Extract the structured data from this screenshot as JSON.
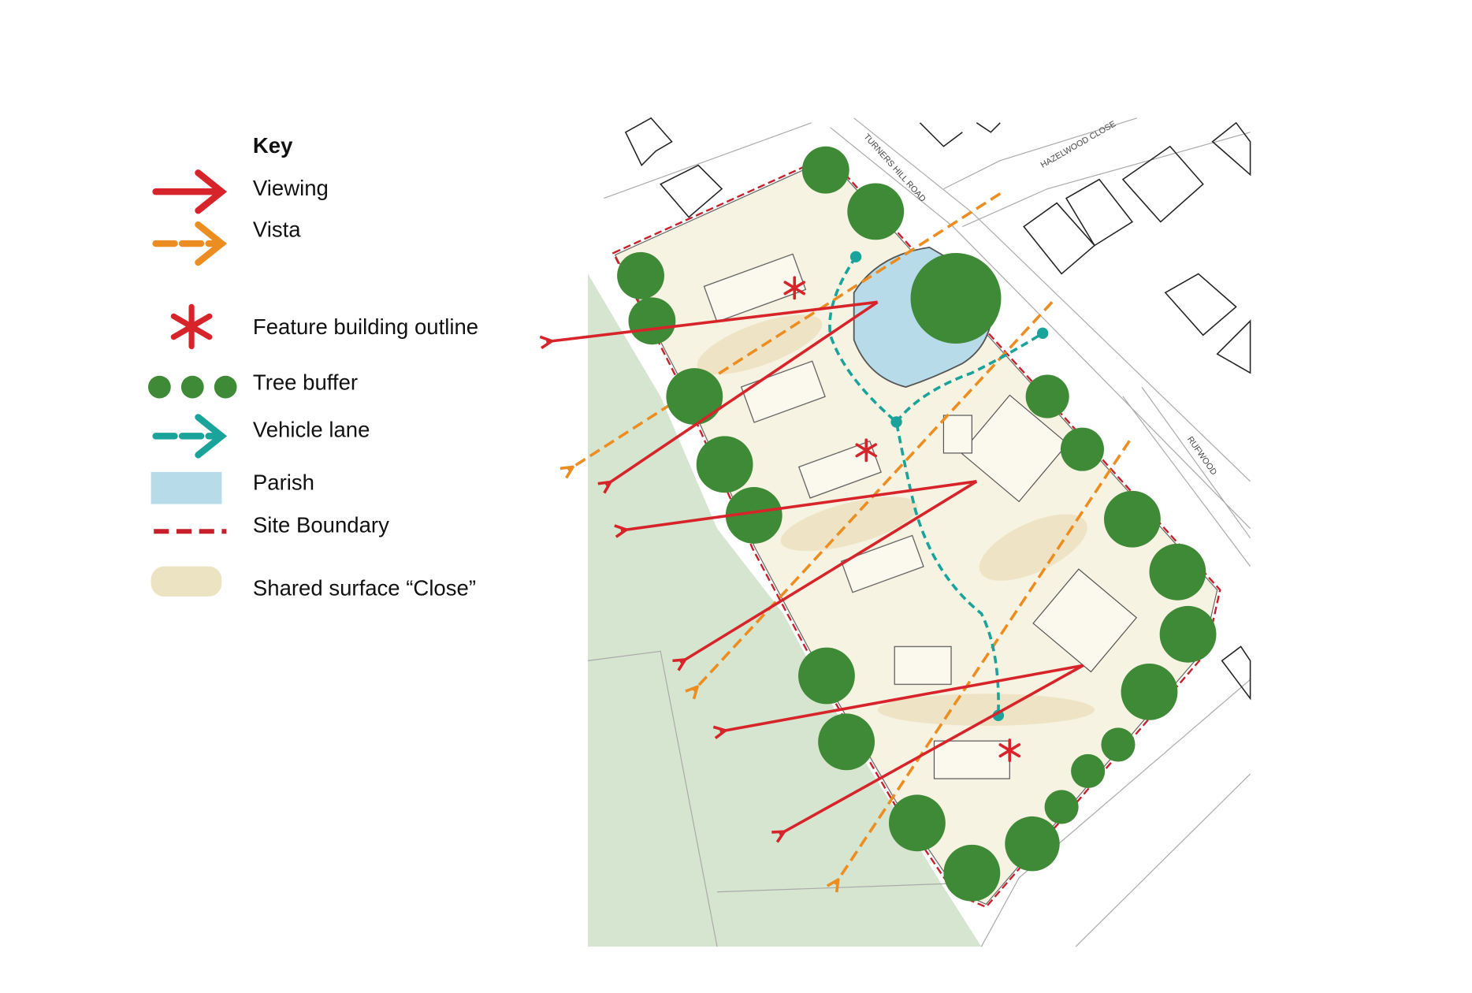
{
  "legend": {
    "title": "Key",
    "items": [
      {
        "label": "Viewing",
        "icon": "red-arrow-icon",
        "color": "#d7242b"
      },
      {
        "label": "Vista",
        "icon": "orange-dashed-arrow-icon",
        "color": "#ec8d22"
      },
      {
        "label": "Feature building outline",
        "icon": "red-asterisk-icon",
        "color": "#d7242b"
      },
      {
        "label": "Tree buffer",
        "icon": "tree-dots-icon",
        "color": "#3f8a36"
      },
      {
        "label": "Vehicle lane",
        "icon": "teal-dashed-arrow-icon",
        "color": "#1aa39a"
      },
      {
        "label": "Parish",
        "icon": "blue-swatch-icon",
        "color": "#b7dbe8"
      },
      {
        "label": "Site Boundary",
        "icon": "red-dashed-line-icon",
        "color": "#c8202a"
      },
      {
        "label": "Shared surface “Close”",
        "icon": "cream-swatch-icon",
        "color": "#ece3c2"
      }
    ]
  },
  "map": {
    "road_labels": [
      "TURNERS HILL ROAD",
      "HAZELWOOD CLOSE",
      "RUFWOOD"
    ],
    "colors": {
      "field": "#d6e5cf",
      "site": "#f7f3e2",
      "tree": "#3f8a36",
      "pond": "#b7dbe8"
    }
  }
}
